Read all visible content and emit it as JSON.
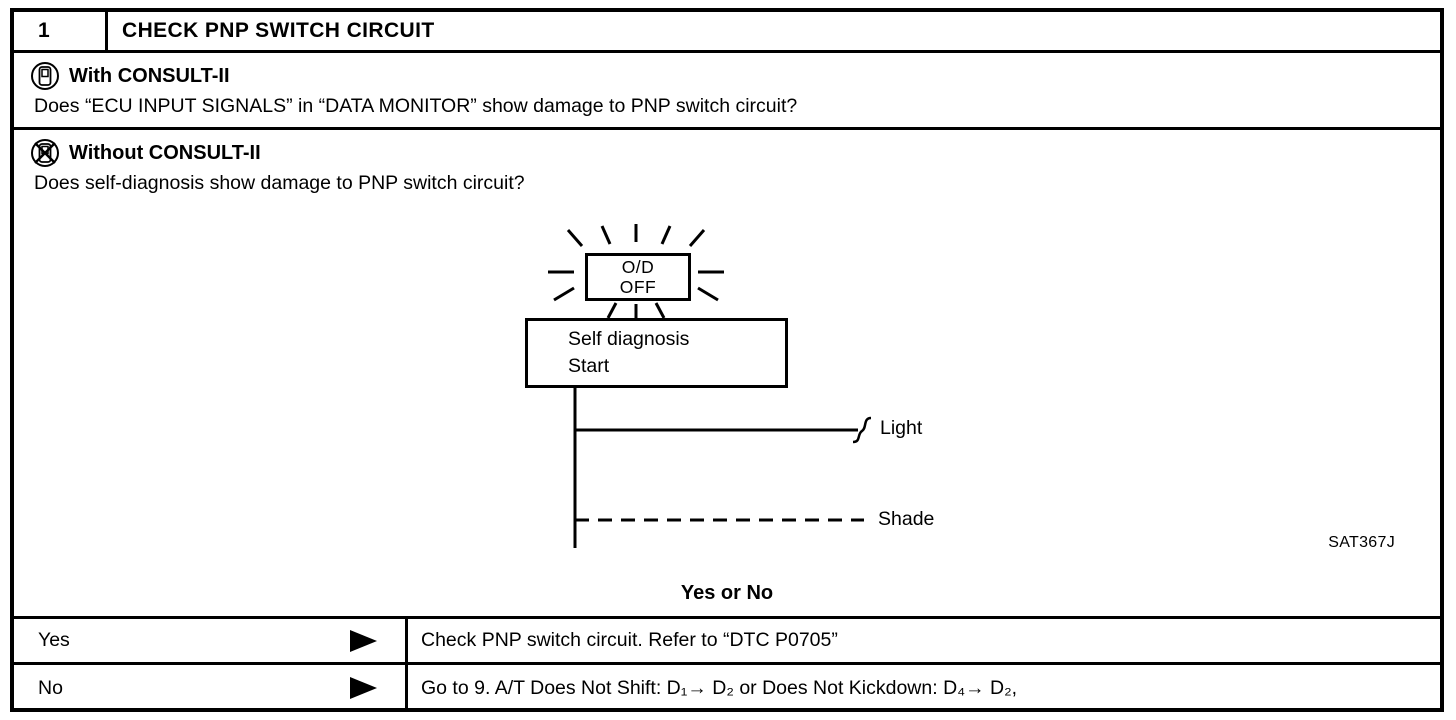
{
  "colors": {
    "ink": "#000000",
    "paper": "#ffffff"
  },
  "header": {
    "step": "1",
    "title": "CHECK PNP SWITCH CIRCUIT"
  },
  "consult_section": {
    "heading": "With CONSULT-II",
    "question": "Does “ECU INPUT SIGNALS” in “DATA MONITOR” show damage to PNP switch circuit?"
  },
  "no_consult_section": {
    "heading": "Without CONSULT-II",
    "question": "Does self-diagnosis show damage to PNP switch circuit?",
    "diagram": {
      "indicator": {
        "line1": "O/D",
        "line2": "OFF"
      },
      "action_box": {
        "line1": "Self diagnosis",
        "line2": "Start"
      },
      "light_label": "Light",
      "shade_label": "Shade",
      "figure_code": "SAT367J"
    },
    "decision_prompt": "Yes or No"
  },
  "outcomes": [
    {
      "answer": "Yes",
      "action": "Check PNP switch circuit. Refer to “DTC P0705”"
    },
    {
      "answer": "No",
      "action": "Go to 9. A/T Does Not Shift: D₁→ D₂ or Does Not Kickdown: D₄→ D₂,"
    }
  ]
}
